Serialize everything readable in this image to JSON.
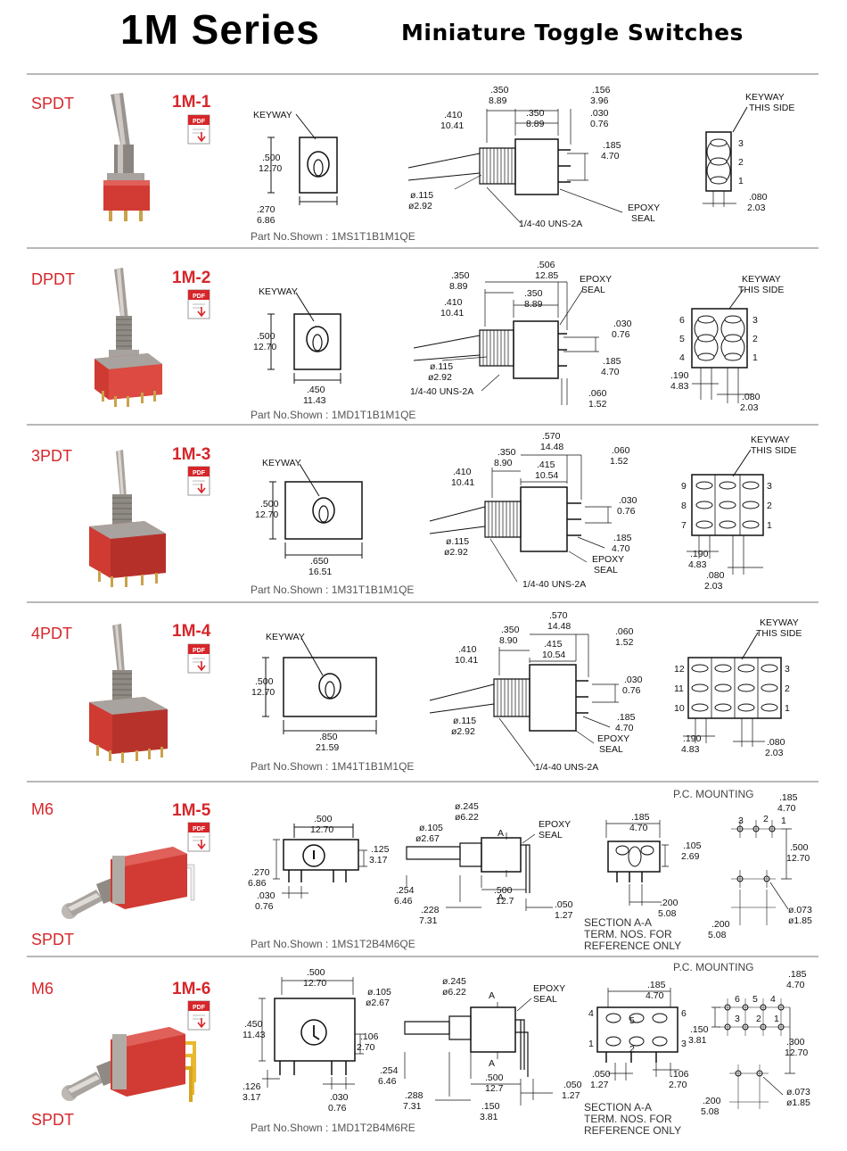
{
  "header": {
    "title": "1M Series",
    "subtitle": "Miniature Toggle Switches"
  },
  "pdf_label": "PDF",
  "rows": [
    {
      "type": "SPDT",
      "model": "1M-1",
      "part_label": "Part No.Shown :",
      "part_no": "1MS1T1B1M1QE",
      "front": {
        "keyway": "KEYWAY",
        "h": [
          ".500",
          "12.70"
        ],
        "w": [
          ".270",
          "6.86"
        ]
      },
      "side": {
        "a": [
          ".350",
          "8.89"
        ],
        "b": [
          ".156",
          "3.96"
        ],
        "c": [
          ".410",
          "10.41"
        ],
        "d": [
          ".350",
          "8.89"
        ],
        "e": [
          ".030",
          "0.76"
        ],
        "f": [
          ".185",
          "4.70"
        ],
        "dia": [
          "ø.115",
          "ø2.92"
        ],
        "thread": "1/4-40  UNS-2A",
        "epoxy": [
          "EPOXY",
          "SEAL"
        ]
      },
      "term": {
        "keyway": [
          "KEYWAY",
          "THIS SIDE"
        ],
        "nums_r": [
          "3",
          "2",
          "1"
        ],
        "nums_l": [],
        "pitch": [
          ".080",
          "2.03"
        ],
        "pitch2": []
      }
    },
    {
      "type": "DPDT",
      "model": "1M-2",
      "part_label": "Part No.Shown :",
      "part_no": "1MD1T1B1M1QE",
      "front": {
        "keyway": "KEYWAY",
        "h": [
          ".500",
          "12.70"
        ],
        "w": [
          ".450",
          "11.43"
        ]
      },
      "side": {
        "a": [
          ".350",
          "8.89"
        ],
        "b": [
          ".506",
          "12.85"
        ],
        "c": [
          ".410",
          "10.41"
        ],
        "d": [
          ".350",
          "8.89"
        ],
        "e": [
          ".030",
          "0.76"
        ],
        "f": [
          ".185",
          "4.70"
        ],
        "g": [
          ".060",
          "1.52"
        ],
        "dia": [
          "ø.115",
          "ø2.92"
        ],
        "thread": "1/4-40  UNS-2A",
        "epoxy": [
          "EPOXY",
          "SEAL"
        ]
      },
      "term": {
        "keyway": [
          "KEYWAY",
          "THIS SIDE"
        ],
        "nums_r": [
          "3",
          "2",
          "1"
        ],
        "nums_l": [
          "6",
          "5",
          "4"
        ],
        "pitch": [
          ".080",
          "2.03"
        ],
        "pitch2": [
          ".190",
          "4.83"
        ]
      }
    },
    {
      "type": "3PDT",
      "model": "1M-3",
      "part_label": "Part No.Shown :",
      "part_no": "1M31T1B1M1QE",
      "front": {
        "keyway": "KEYWAY",
        "h": [
          ".500",
          "12.70"
        ],
        "w": [
          ".650",
          "16.51"
        ]
      },
      "side": {
        "a": [
          ".350",
          "8.90"
        ],
        "b": [
          ".570",
          "14.48"
        ],
        "c": [
          ".410",
          "10.41"
        ],
        "d": [
          ".415",
          "10.54"
        ],
        "e": [
          ".030",
          "0.76"
        ],
        "f": [
          ".185",
          "4.70"
        ],
        "g": [
          ".060",
          "1.52"
        ],
        "dia": [
          "ø.115",
          "ø2.92"
        ],
        "thread": "1/4-40  UNS-2A",
        "epoxy": [
          "EPOXY",
          "SEAL"
        ]
      },
      "term": {
        "keyway": [
          "KEYWAY",
          "THIS SIDE"
        ],
        "nums_r": [
          "3",
          "2",
          "1"
        ],
        "nums_l": [
          "9",
          "8",
          "7"
        ],
        "pitch": [
          ".080",
          "2.03"
        ],
        "pitch2": [
          ".190",
          "4.83"
        ]
      }
    },
    {
      "type": "4PDT",
      "model": "1M-4",
      "part_label": "Part No.Shown :",
      "part_no": "1M41T1B1M1QE",
      "front": {
        "keyway": "KEYWAY",
        "h": [
          ".500",
          "12.70"
        ],
        "w": [
          ".850",
          "21.59"
        ]
      },
      "side": {
        "a": [
          ".350",
          "8.90"
        ],
        "b": [
          ".570",
          "14.48"
        ],
        "c": [
          ".410",
          "10.41"
        ],
        "d": [
          ".415",
          "10.54"
        ],
        "e": [
          ".030",
          "0.76"
        ],
        "f": [
          ".185",
          "4.70"
        ],
        "g": [
          ".060",
          "1.52"
        ],
        "dia": [
          "ø.115",
          "ø2.92"
        ],
        "thread": "1/4-40  UNS-2A",
        "epoxy": [
          "EPOXY",
          "SEAL"
        ]
      },
      "term": {
        "keyway": [
          "KEYWAY",
          "THIS SIDE"
        ],
        "nums_r": [
          "3",
          "2",
          "1"
        ],
        "nums_l": [
          "12",
          "11",
          "10"
        ],
        "pitch": [
          ".080",
          "2.03"
        ],
        "pitch2": [
          ".190",
          "4.83"
        ]
      }
    },
    {
      "type": "M6",
      "type2": "SPDT",
      "model": "1M-5",
      "part_label": "Part No.Shown :",
      "part_no": "1MS1T2B4M6QE",
      "front": {
        "w": [
          ".500",
          "12.70"
        ],
        "h": [
          ".270",
          "6.86"
        ],
        "r": [
          ".125",
          "3.17"
        ],
        "b": [
          ".030",
          "0.76"
        ]
      },
      "side": {
        "dia1": [
          "ø.245",
          "ø6.22"
        ],
        "dia2": [
          "ø.105",
          "ø2.67"
        ],
        "l1": [
          ".254",
          "6.46"
        ],
        "l2": [
          ".228",
          "7.31"
        ],
        "l3": [
          ".500",
          "12.7"
        ],
        "l4": [
          ".050",
          "1.27"
        ],
        "epoxy": [
          "EPOXY",
          "SEAL"
        ],
        "a": "A"
      },
      "sect": {
        "w": [
          ".185",
          "4.70"
        ],
        "h": [
          ".105",
          "2.69"
        ],
        "b": [
          ".200",
          "5.08"
        ],
        "note": [
          "SECTION A-A",
          "TERM. NOS. FOR",
          "REFERENCE ONLY"
        ]
      },
      "pcm": {
        "title": "P.C. MOUNTING",
        "w": [
          ".185",
          "4.70"
        ],
        "h": [
          ".500",
          "12.70"
        ],
        "b": [
          ".200",
          "5.08"
        ],
        "dia": [
          "ø.073",
          "ø1.85"
        ],
        "nums": [
          "3",
          "2",
          "1"
        ]
      }
    },
    {
      "type": "M6",
      "type2": "SPDT",
      "model": "1M-6",
      "part_label": "Part No.Shown :",
      "part_no": "1MD1T2B4M6RE",
      "front": {
        "w": [
          ".500",
          "12.70"
        ],
        "h": [
          ".450",
          "11.43"
        ],
        "r": [
          ".106",
          "2.70"
        ],
        "b1": [
          ".126",
          "3.17"
        ],
        "b2": [
          ".030",
          "0.76"
        ]
      },
      "side": {
        "dia1": [
          "ø.245",
          "ø6.22"
        ],
        "dia2": [
          "ø.105",
          "ø2.67"
        ],
        "l1": [
          ".254",
          "6.46"
        ],
        "l2": [
          ".288",
          "7.31"
        ],
        "l3": [
          ".500",
          "12.7"
        ],
        "l4": [
          ".050",
          "1.27"
        ],
        "l5": [
          ".150",
          "3.81"
        ],
        "epoxy": [
          "EPOXY",
          "SEAL"
        ],
        "a": "A"
      },
      "sect": {
        "w": [
          ".185",
          "4.70"
        ],
        "h": [
          ".106",
          "2.70"
        ],
        "b": [
          ".050",
          "1.27"
        ],
        "note": [
          "SECTION A-A",
          "TERM. NOS. FOR",
          "REFERENCE ONLY"
        ]
      },
      "pcm": {
        "title": "P.C. MOUNTING",
        "w": [
          ".185",
          "4.70"
        ],
        "h": [
          ".300",
          "12.70"
        ],
        "b": [
          ".150",
          "3.81"
        ],
        "b2": [
          ".200",
          "5.08"
        ],
        "dia": [
          "ø.073",
          "ø1.85"
        ],
        "nums": [
          "6",
          "5",
          "4",
          "3",
          "2",
          "1"
        ]
      }
    }
  ]
}
